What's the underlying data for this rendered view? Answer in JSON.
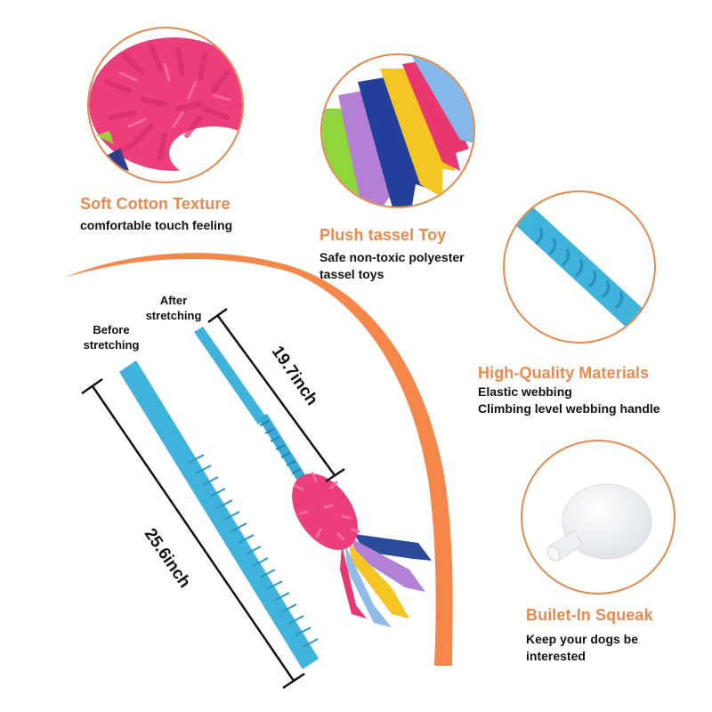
{
  "colors": {
    "accent_orange": "#f5874a",
    "heading_orange": "#e8894f",
    "circle_border": "#e08a50",
    "webbing_blue": "#3fb3dc",
    "tassel_pink": "#ec3d7d",
    "text": "#111111"
  },
  "features": [
    {
      "heading": "Soft Cotton Texture",
      "lines": [
        "comfortable touch feeling"
      ],
      "image": "pink-chenille-closeup"
    },
    {
      "heading": "Plush tassel Toy",
      "lines": [
        "Safe non-toxic polyester",
        "tassel toys"
      ],
      "image": "colorful-fleece-tassels-closeup"
    },
    {
      "heading": "High-Quality Materials",
      "lines": [
        "Elastic webbing",
        "Climbing level webbing handle"
      ],
      "image": "blue-elastic-webbing-closeup"
    },
    {
      "heading": "Builet-In Squeak",
      "lines": [
        "Keep your dogs be",
        "interested"
      ],
      "image": "white-squeaker-closeup"
    }
  ],
  "product": {
    "before_label_line1": "Before",
    "before_label_line2": "stretching",
    "after_label_line1": "After",
    "after_label_line2": "stretching",
    "before_length": "25.6inch",
    "after_length": "19.7inch"
  }
}
